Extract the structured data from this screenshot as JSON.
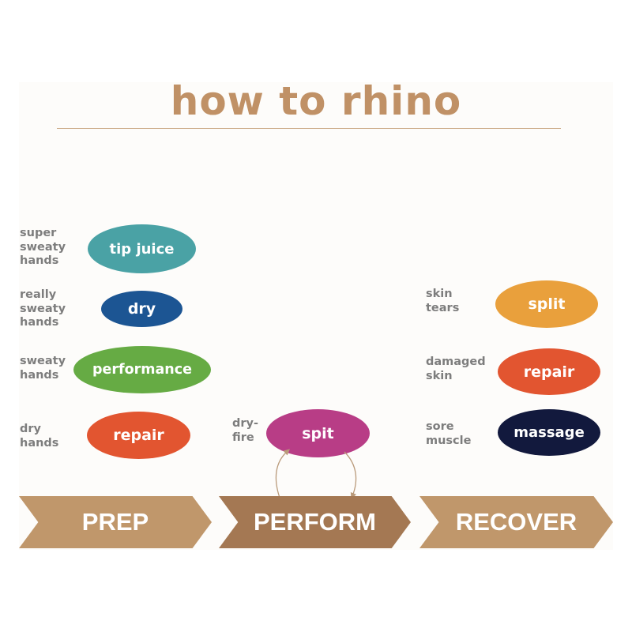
{
  "title": "how to rhino",
  "prep": {
    "stage": "PREP",
    "items": [
      {
        "condition": "super\nsweaty\nhands",
        "product": "tip juice",
        "color": "#4aa2a5"
      },
      {
        "condition": "really\nsweaty\nhands",
        "product": "dry",
        "color": "#1c5593"
      },
      {
        "condition": "sweaty\nhands",
        "product": "performance",
        "color": "#66ab44"
      },
      {
        "condition": "dry\nhands",
        "product": "repair",
        "color": "#e25530"
      }
    ]
  },
  "perform": {
    "stage": "PERFORM",
    "items": [
      {
        "condition": "dry-\nfire",
        "product": "spit",
        "color": "#b83d86"
      }
    ]
  },
  "recover": {
    "stage": "RECOVER",
    "items": [
      {
        "condition": "skin\ntears",
        "product": "split",
        "color": "#e9a03c"
      },
      {
        "condition": "damaged\nskin",
        "product": "repair",
        "color": "#e25530"
      },
      {
        "condition": "sore\nmuscle",
        "product": "massage",
        "color": "#12193d"
      }
    ]
  },
  "colors": {
    "title": "#c09166",
    "prep_arrow": "#c0976b",
    "perform_arrow": "#a47853",
    "recover_arrow": "#c0976b",
    "label_text": "#7d7d7d"
  }
}
